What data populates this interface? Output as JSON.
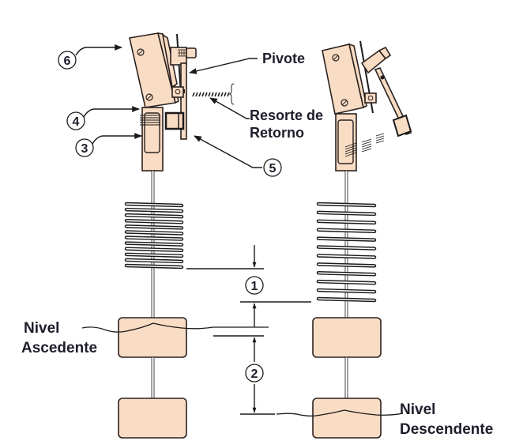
{
  "figure": {
    "description": "Float-operated level switch mechanism shown in two states",
    "colors": {
      "body_fill": "#f9dcc4",
      "outline": "#2a2220",
      "text": "#1f1d2b",
      "background": "#ffffff"
    }
  },
  "labels": {
    "pivot": "Pivote",
    "return_spring_line1": "Resorte de",
    "return_spring_line2": "Retorno",
    "rising_level_line1": "Nivel",
    "rising_level_line2": "Ascedente",
    "falling_level_line1": "Nivel",
    "falling_level_line2": "Descendente"
  },
  "callouts": [
    {
      "id": "1",
      "meaning": "dimension-1"
    },
    {
      "id": "2",
      "meaning": "dimension-2"
    },
    {
      "id": "3",
      "meaning": "magnet-sleeve"
    },
    {
      "id": "4",
      "meaning": "magnet-field"
    },
    {
      "id": "5",
      "meaning": "switch-magnet-arm"
    },
    {
      "id": "6",
      "meaning": "switch-housing"
    }
  ],
  "assemblies": [
    {
      "name": "left-assembly",
      "state": "rising level"
    },
    {
      "name": "right-assembly",
      "state": "falling level"
    }
  ]
}
